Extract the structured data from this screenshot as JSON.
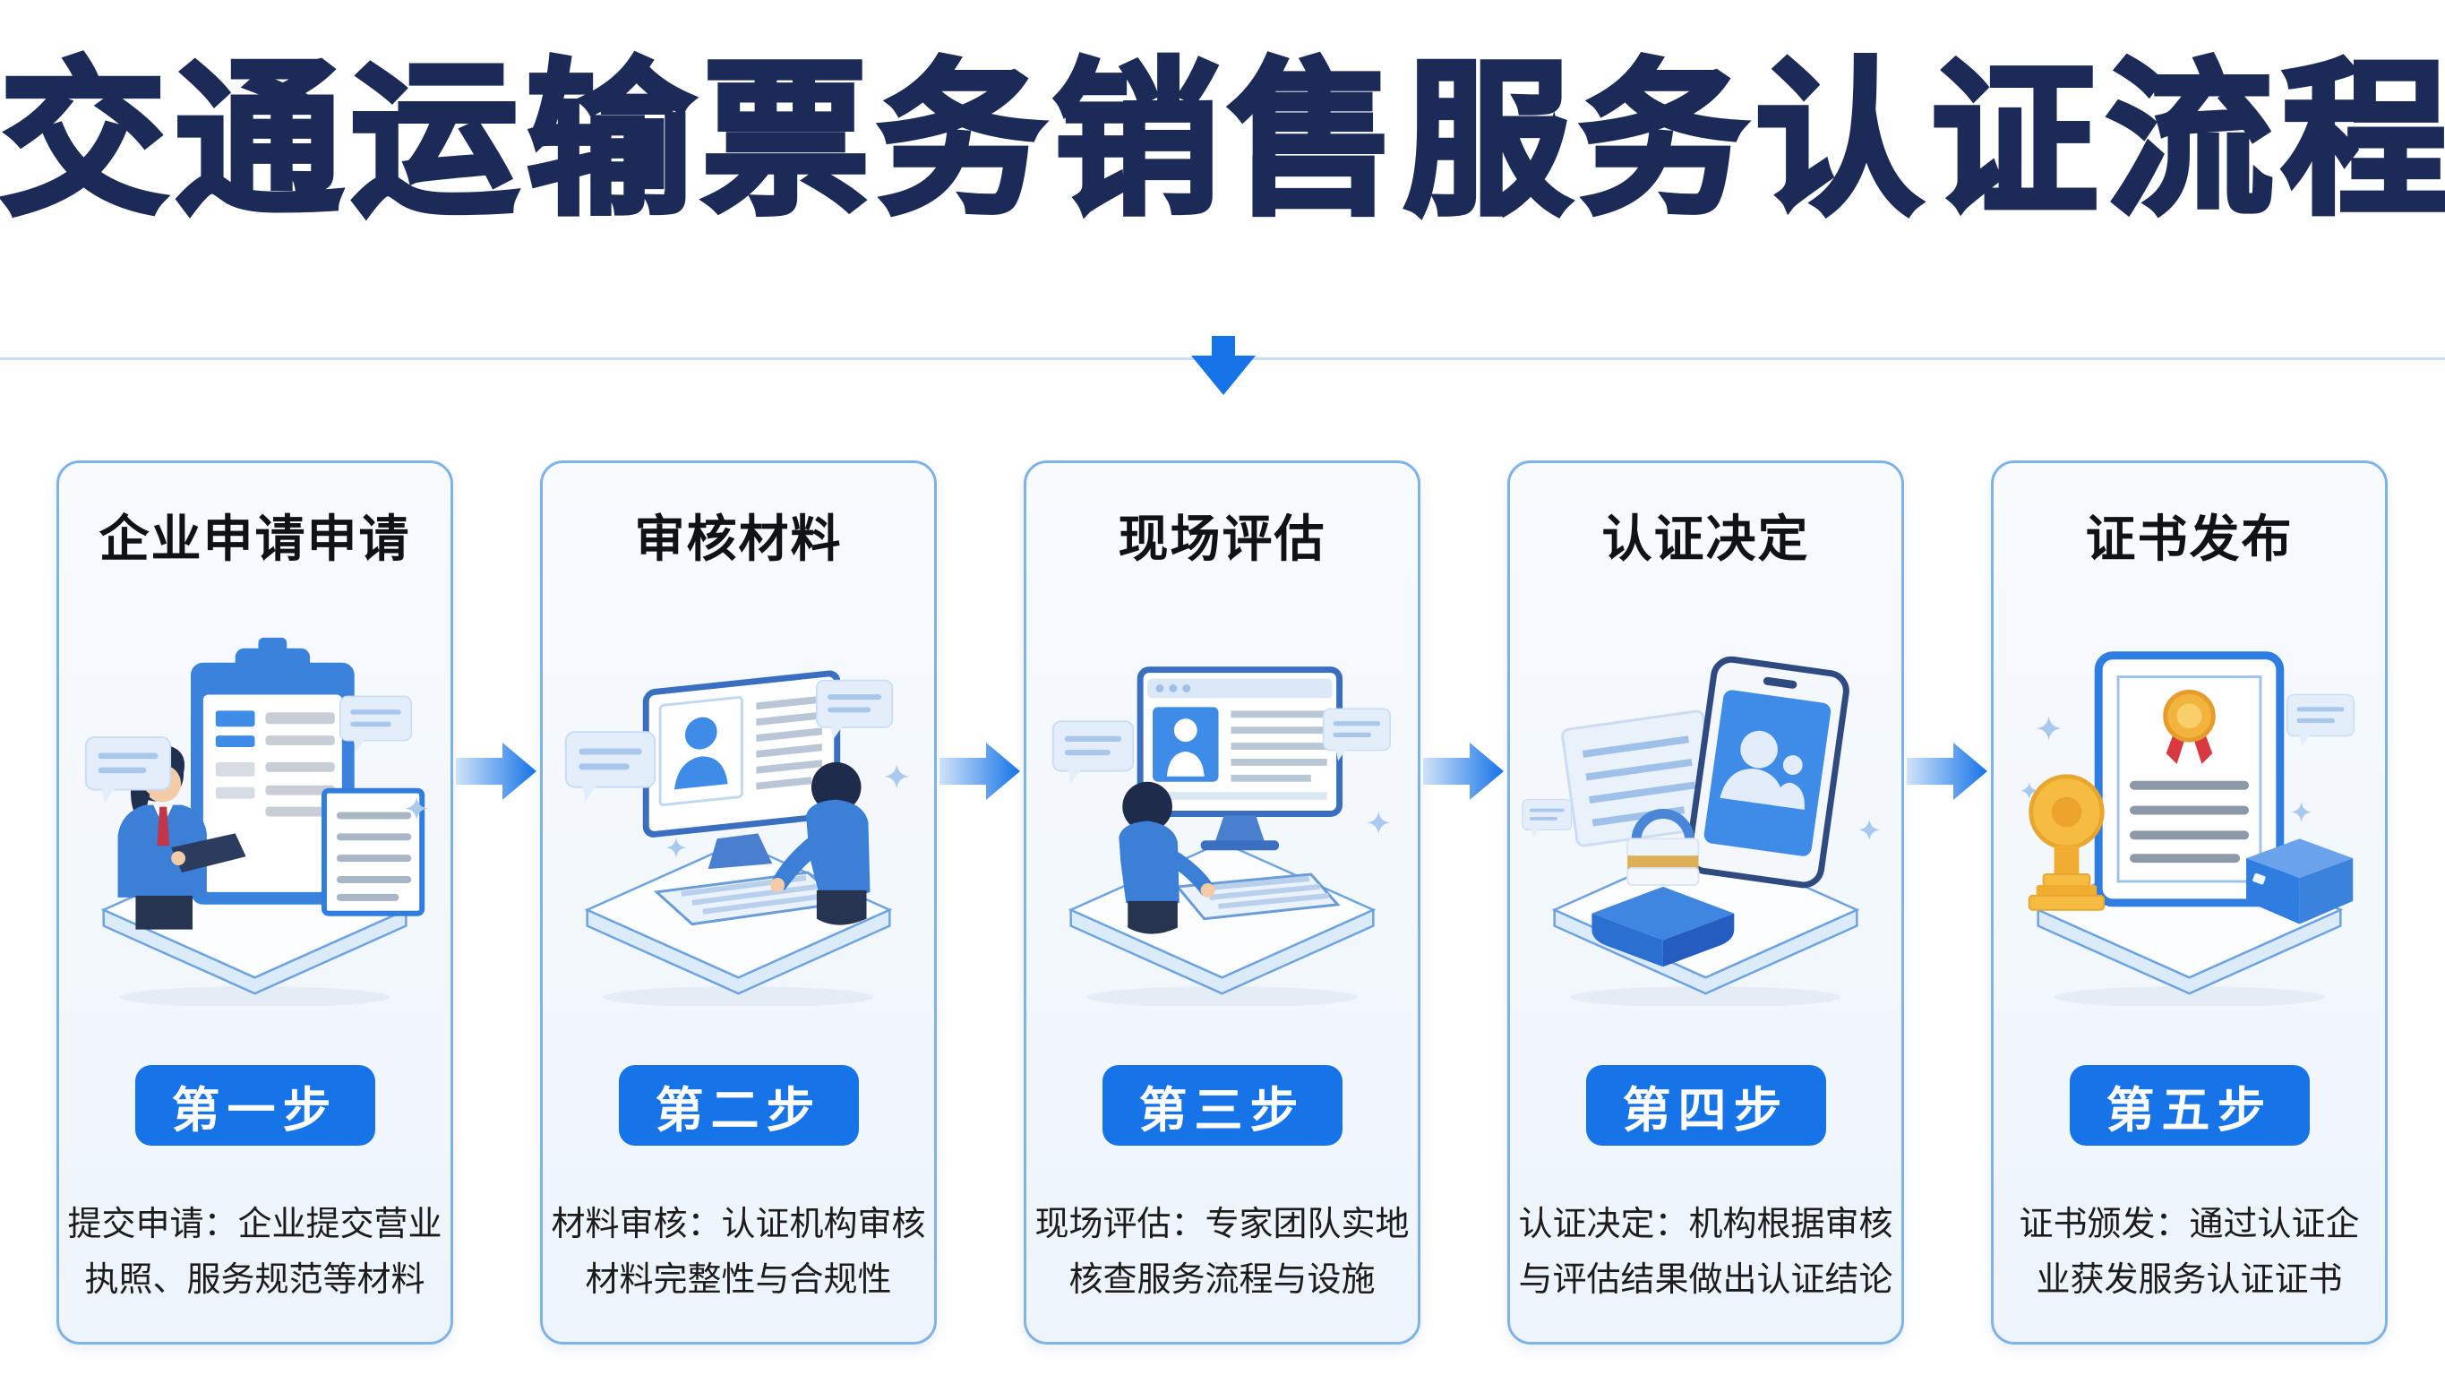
{
  "header": {
    "title": "交通运输票务销售服务认证流程"
  },
  "steps": [
    {
      "title": "企业申请申请",
      "badge": "第一步",
      "description": "提交申请：企业提交营业\n执照、服务规范等材料",
      "illustration": "clipboard-application"
    },
    {
      "title": "审核材料",
      "badge": "第二步",
      "description": "材料审核：认证机构审核\n材料完整性与合规性",
      "illustration": "computer-material-review"
    },
    {
      "title": "现场评估",
      "badge": "第三步",
      "description": "现场评估：专家团队实地\n核查服务流程与设施",
      "illustration": "onsite-computer-assessment"
    },
    {
      "title": "认证决定",
      "badge": "第四步",
      "description": "认证决定：机构根据审核\n与评估结果做出认证结论",
      "illustration": "tablet-lock-decision"
    },
    {
      "title": "证书发布",
      "badge": "第五步",
      "description": "证书颁发：通过认证企\n业获发服务认证证书",
      "illustration": "certificate-award"
    }
  ],
  "colors": {
    "title_text": "#1c2a58",
    "card_border": "#7fb2e8",
    "card_background": "#f2f7fc",
    "step_badge": "#1673e8",
    "arrow": "#1673e8",
    "bottom_bar": "#1673e8"
  }
}
